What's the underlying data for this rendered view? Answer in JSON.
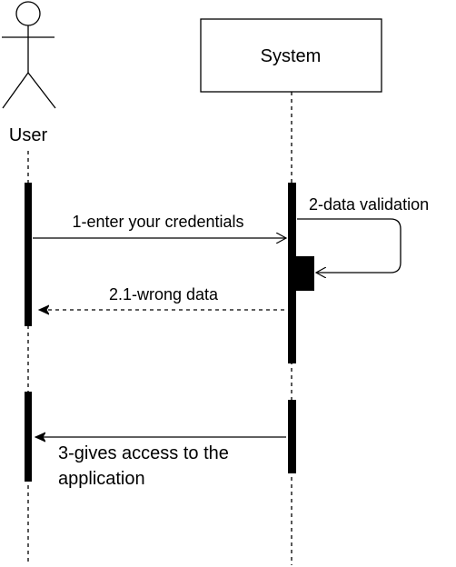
{
  "participants": {
    "user": {
      "label": "User",
      "icon": "stick-figure-actor-icon"
    },
    "system": {
      "label": "System"
    }
  },
  "messages": {
    "m1": {
      "label": "1-enter your credentials",
      "style": "solid"
    },
    "m2": {
      "label": "2-data validation",
      "style": "solid",
      "kind": "self-call"
    },
    "m21": {
      "label": "2.1-wrong data",
      "style": "dashed"
    },
    "m3": {
      "line1": "3-gives access to the",
      "line2": "application",
      "style": "solid"
    }
  },
  "colors": {
    "stroke": "#000000",
    "background": "#ffffff"
  }
}
